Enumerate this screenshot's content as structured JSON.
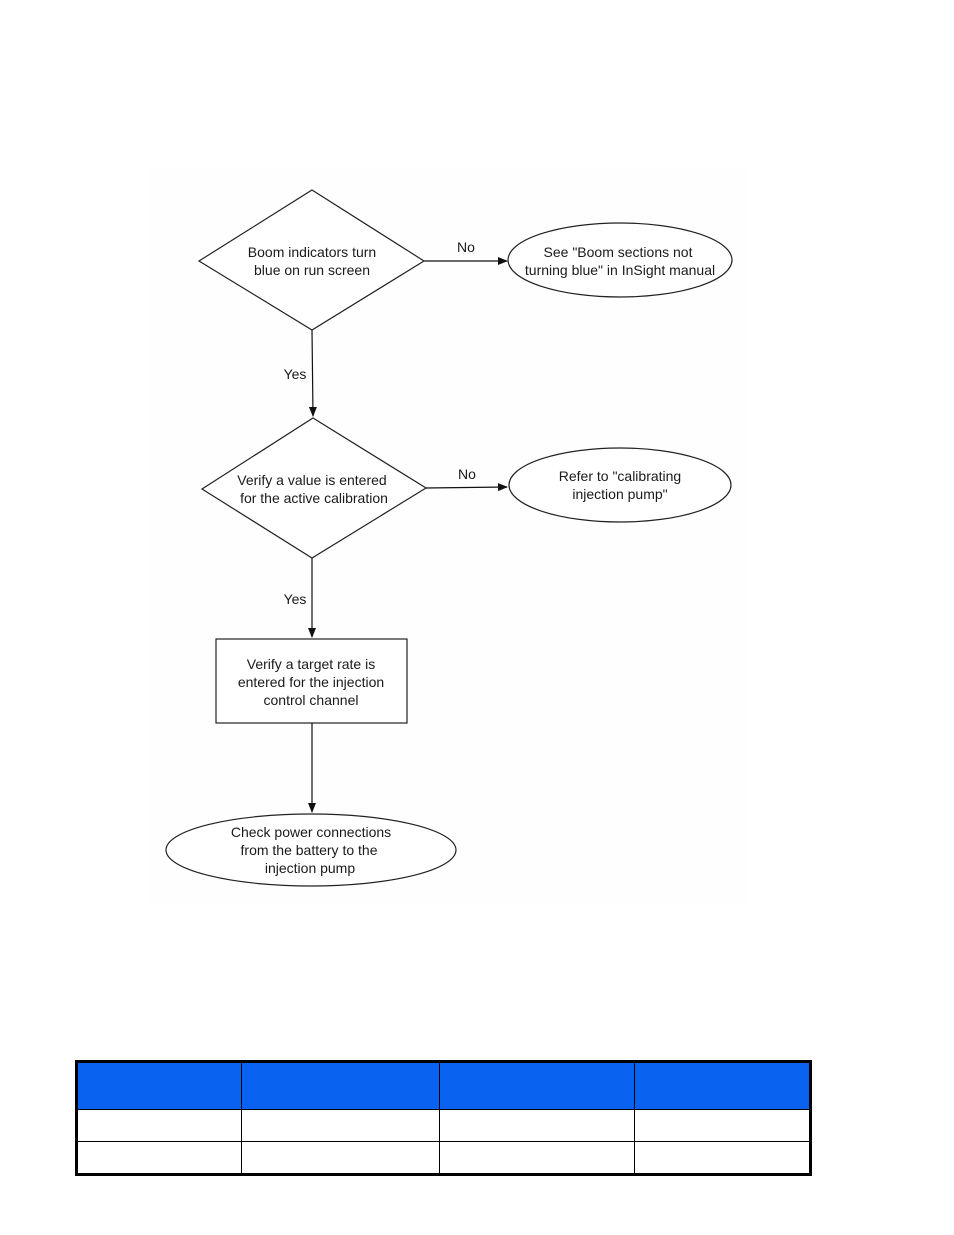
{
  "flowchart": {
    "nodes": {
      "boom_indicators": {
        "lines": [
          "Boom indicators turn",
          "blue on run screen"
        ]
      },
      "boom_manual": {
        "lines": [
          "See \"Boom sections not",
          "turning blue\" in InSight manual"
        ]
      },
      "verify_value": {
        "lines": [
          "Verify a value is entered",
          "for the active calibration"
        ]
      },
      "refer_calibrating": {
        "lines": [
          "Refer to \"calibrating",
          "injection pump\""
        ]
      },
      "verify_target": {
        "lines": [
          "Verify a target rate is",
          "entered for the injection",
          "control channel"
        ]
      },
      "check_power": {
        "lines": [
          "Check power connections",
          "from the battery to the",
          "injection pump"
        ]
      }
    },
    "edge_labels": {
      "no_1": "No",
      "yes_1": "Yes",
      "no_2": "No",
      "yes_2": "Yes"
    }
  },
  "table": {
    "header_color": "#0a63f0",
    "headers": [
      "",
      "",
      "",
      ""
    ],
    "rows": [
      [
        "",
        "",
        "",
        ""
      ],
      [
        "",
        "",
        "",
        ""
      ]
    ]
  }
}
